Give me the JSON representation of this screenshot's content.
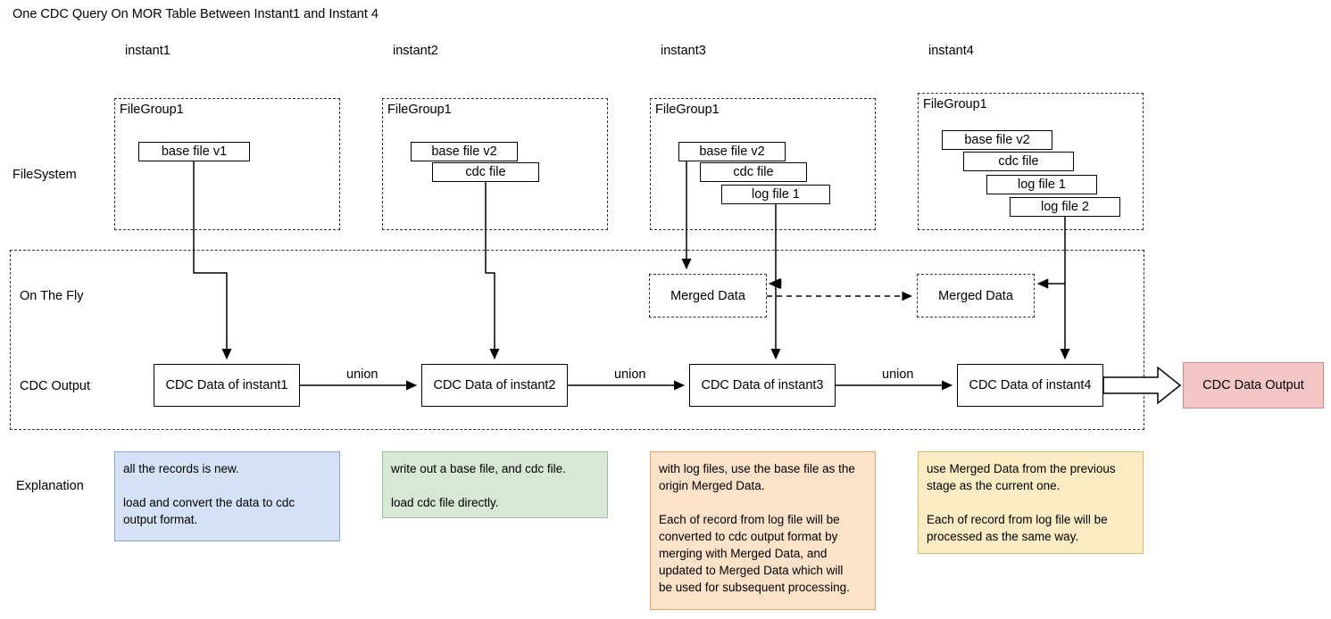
{
  "title": "One CDC Query On MOR Table Between Instant1 and Instant 4",
  "columns": [
    {
      "label": "instant1"
    },
    {
      "label": "instant2"
    },
    {
      "label": "instant3"
    },
    {
      "label": "instant4"
    }
  ],
  "rows": {
    "filesystem_label": "FileSystem",
    "onthefly_label": "On The Fly",
    "cdc_output_label": "CDC Output",
    "explanation_label": "Explanation"
  },
  "filegroups": [
    {
      "label": "FileGroup1",
      "files": [
        "base file v1"
      ]
    },
    {
      "label": "FileGroup1",
      "files": [
        "base file v2",
        "cdc file"
      ]
    },
    {
      "label": "FileGroup1",
      "files": [
        "base file v2",
        "cdc file",
        "log file 1"
      ]
    },
    {
      "label": "FileGroup1",
      "files": [
        "base file v2",
        "cdc file",
        "log file 1",
        "log file 2"
      ]
    }
  ],
  "merged_data": [
    {
      "label": "Merged Data"
    },
    {
      "label": "Merged Data"
    }
  ],
  "cdc_boxes": [
    {
      "label": "CDC Data of instant1"
    },
    {
      "label": "CDC Data of instant2"
    },
    {
      "label": "CDC Data of instant3"
    },
    {
      "label": "CDC Data of instant4"
    }
  ],
  "union_labels": [
    "union",
    "union",
    "union"
  ],
  "output": {
    "label": "CDC Data Output"
  },
  "explanations": [
    {
      "text": "all the records is new.\n\nload and convert the data to cdc\noutput format.",
      "fill": "#d5e2f5",
      "border": "#8aa4cc"
    },
    {
      "text": "write out a base file, and cdc file.\n\nload cdc file directly.",
      "fill": "#d7e8d4",
      "border": "#9fbf9b"
    },
    {
      "text": "with log files, use the base file as the\norigin Merged Data.\n\nEach of record from log file will be\nconverted to cdc output format by\nmerging with Merged Data, and\nupdated to Merged Data which will\nbe used for subsequent processing.",
      "fill": "#fbe2c8",
      "border": "#d6a86a"
    },
    {
      "text": "use Merged Data from the previous\nstage as the current one.\n\nEach of record from log file will be\nprocessed as the same way.",
      "fill": "#fbecc4",
      "border": "#d6bb6a"
    }
  ],
  "colors": {
    "output_fill": "#f5c6c6",
    "output_border": "#c98b8b",
    "line": "#000000",
    "dashed": "#333333"
  }
}
